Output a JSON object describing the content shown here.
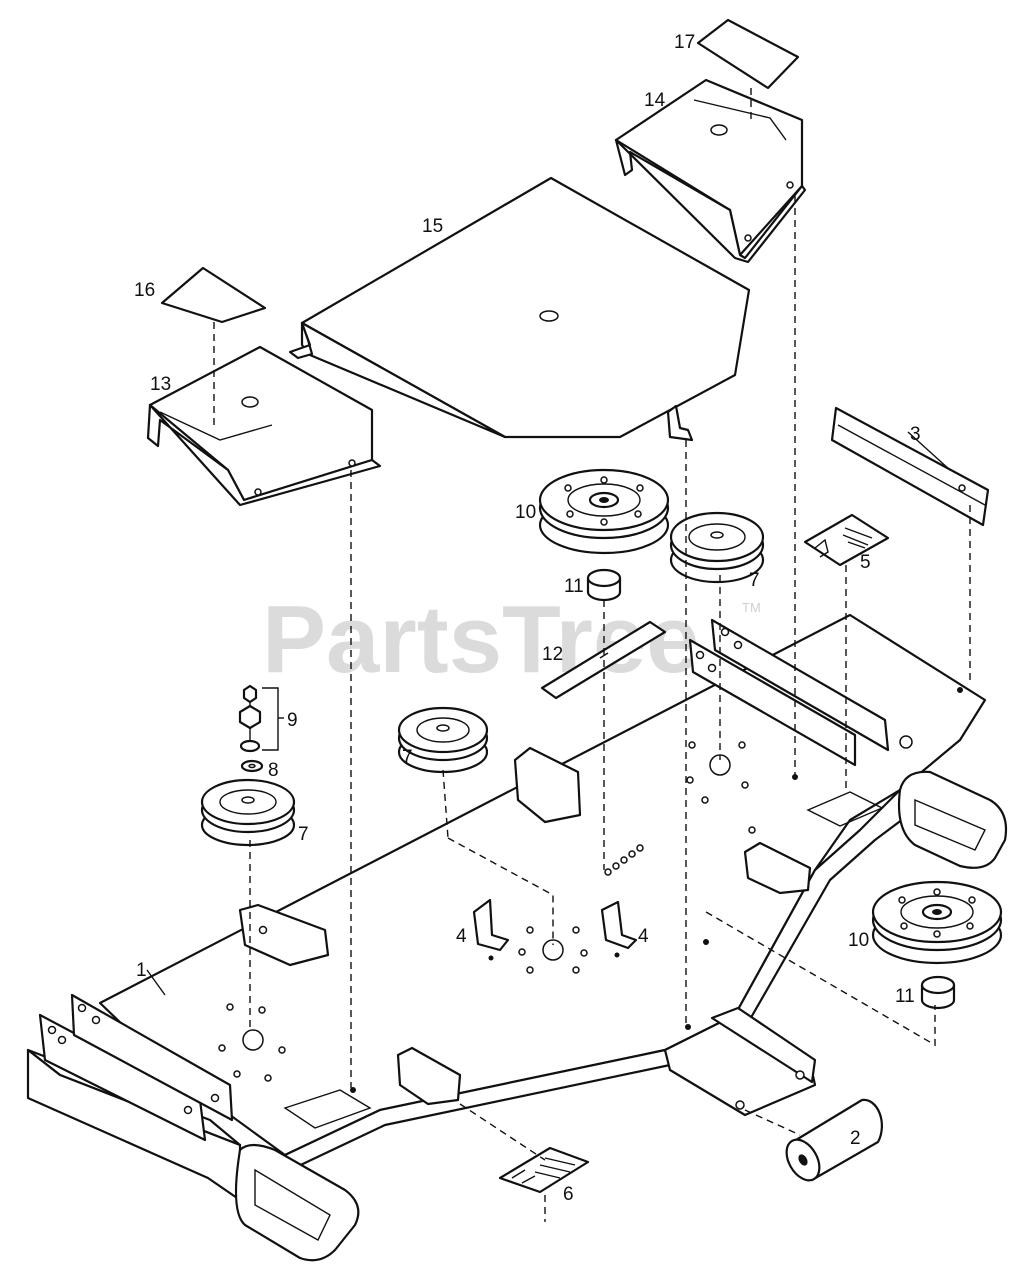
{
  "diagram": {
    "watermark": "PartsTree",
    "watermark_mark": "TM",
    "callouts": {
      "c1": "1",
      "c2": "2",
      "c3": "3",
      "c4a": "4",
      "c4b": "4",
      "c5": "5",
      "c6": "6",
      "c7a": "7",
      "c7b": "7",
      "c7c": "7",
      "c8": "8",
      "c9": "9",
      "c10a": "10",
      "c10b": "10",
      "c11a": "11",
      "c11b": "11",
      "c12": "12",
      "c13": "13",
      "c14": "14",
      "c15": "15",
      "c16": "16",
      "c17": "17"
    }
  }
}
